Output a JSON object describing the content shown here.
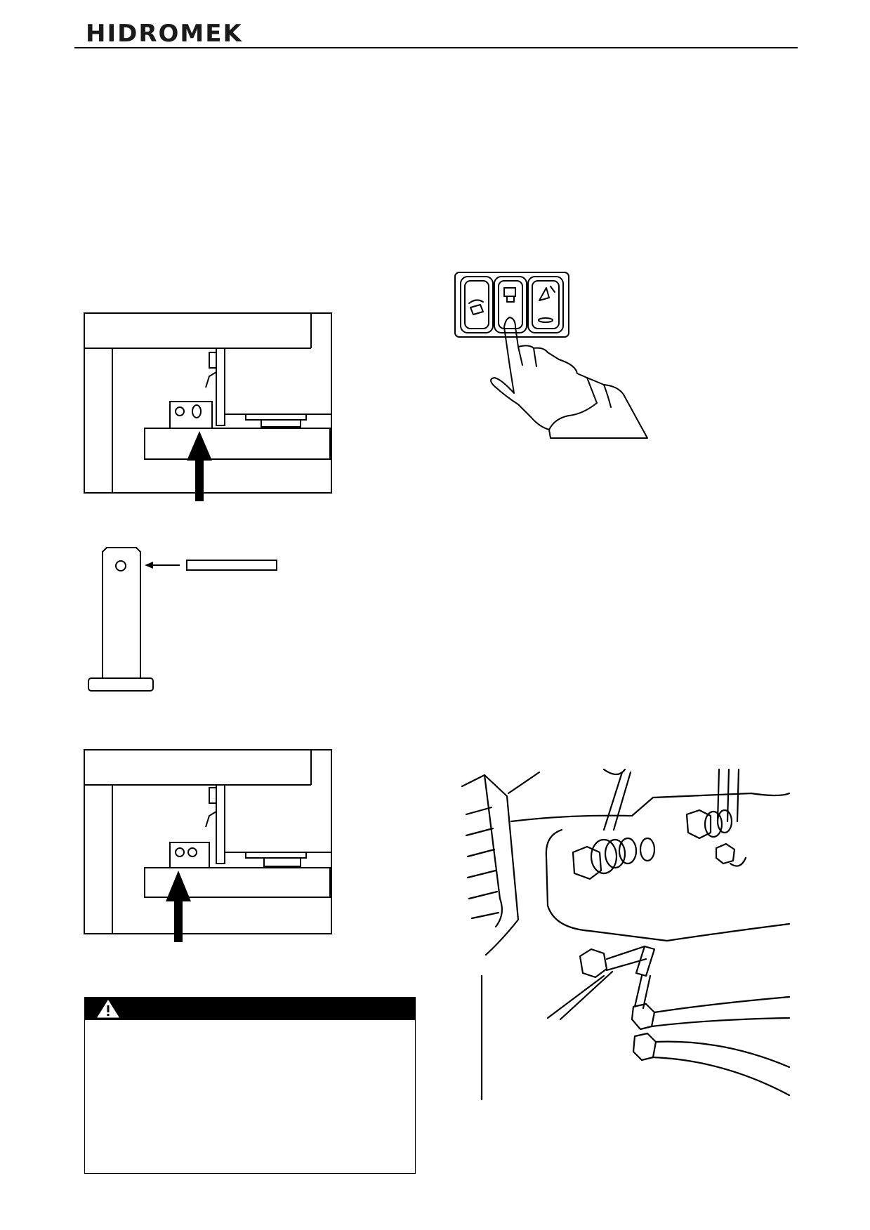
{
  "header": {
    "logo_text": "HIDROMEK",
    "logo_icon": "hidromek-logo"
  },
  "figures": {
    "bracket_top": "mounting-bracket-diagram",
    "pin": "clevis-pin-diagram",
    "bracket_bottom": "mounting-bracket-diagram",
    "switch_panel": "rocker-switch-panel-illustration",
    "hydraulics": "hydraulic-fittings-illustration"
  },
  "warning": {
    "icon": "warning-triangle-icon",
    "bar_color": "#000000"
  }
}
